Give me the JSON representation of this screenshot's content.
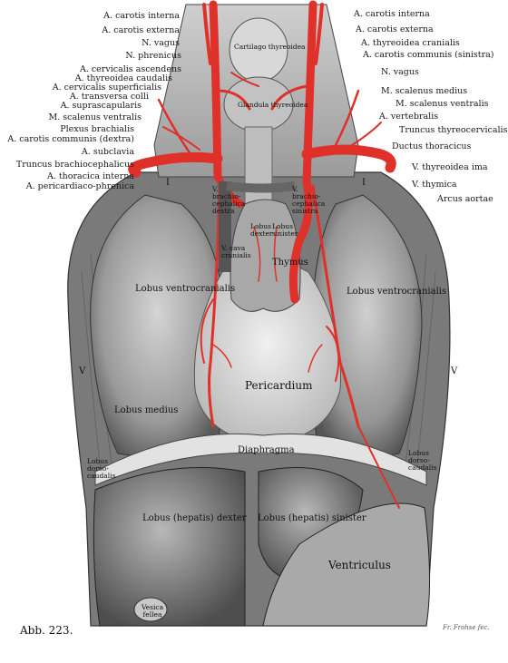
{
  "caption": "Abb. 223.",
  "signature": "Fr. Frohse fec.",
  "labels_left": [
    "A. carotis interna",
    "A. carotis externa",
    "N. vagus",
    "N. phrenicus",
    "A. cervicalis ascendens",
    "A. thyreoidea caudalis",
    "A. cervicalis superficialis",
    "A. transversa colli",
    "A. suprascapularis",
    "M. scalenus ventralis",
    "Plexus brachialis",
    "A. carotis communis (dextra)",
    "A. subclavia",
    "Truncus brachiocephalicus",
    "A. thoracica interna",
    "A. pericardiaco-phrenica"
  ],
  "labels_right": [
    "A. carotis interna",
    "A. carotis externa",
    "A. thyreoidea cranialis",
    "A. carotis communis (sinistra)",
    "N. vagus",
    "M. scalenus medius",
    "M. scalenus ventralis",
    "A. vertebralis",
    "Truncus thyreocervicalis",
    "Ductus thoracicus",
    "V. thyreoidea ima",
    "V. thymica",
    "Arcus aortae"
  ],
  "organs": {
    "cartilago": "Cartilago thyreoidea",
    "glandula": "Glandula thyreoidea",
    "v_brachio_dex": "V. brachio-cephalica dextra",
    "v_brachio_sin": "V. brachio-cephalica sinistra",
    "lobus_dexter_thymus": "Lobus dexter",
    "lobus_sinister_thymus": "Lobus sinister",
    "v_cava": "V. cava cranialis",
    "thymus": "Thymus",
    "lobus_ventrocranialis_left": "Lobus ventrocranialis",
    "lobus_ventrocranialis_right": "Lobus ventrocranialis",
    "pericardium": "Pericardium",
    "lobus_medius": "Lobus medius",
    "diaphragma": "Diaphragma",
    "lobus_dorsocaudalis_left": "Lobus dorso-caudalis",
    "lobus_dorsocaudalis_right": "Lobus dorso-caudalis",
    "lobus_hepatis_dexter": "Lobus (hepatis) dexter",
    "lobus_hepatis_sinister": "Lobus (hepatis) sinister",
    "ventriculus": "Ventriculus",
    "vesica_fellea": "Vesica fellea",
    "rib_I_left": "I",
    "rib_I_right": "I",
    "rib_V_left": "V",
    "rib_V_right": "V"
  },
  "colors": {
    "artery": "#e0302a",
    "artery_dark": "#b01f1a",
    "tissue": "#8c8c8c",
    "tissue_light": "#c9c9c9",
    "tissue_dark": "#4a4a4a",
    "pericardium": "#dcdcdc"
  }
}
